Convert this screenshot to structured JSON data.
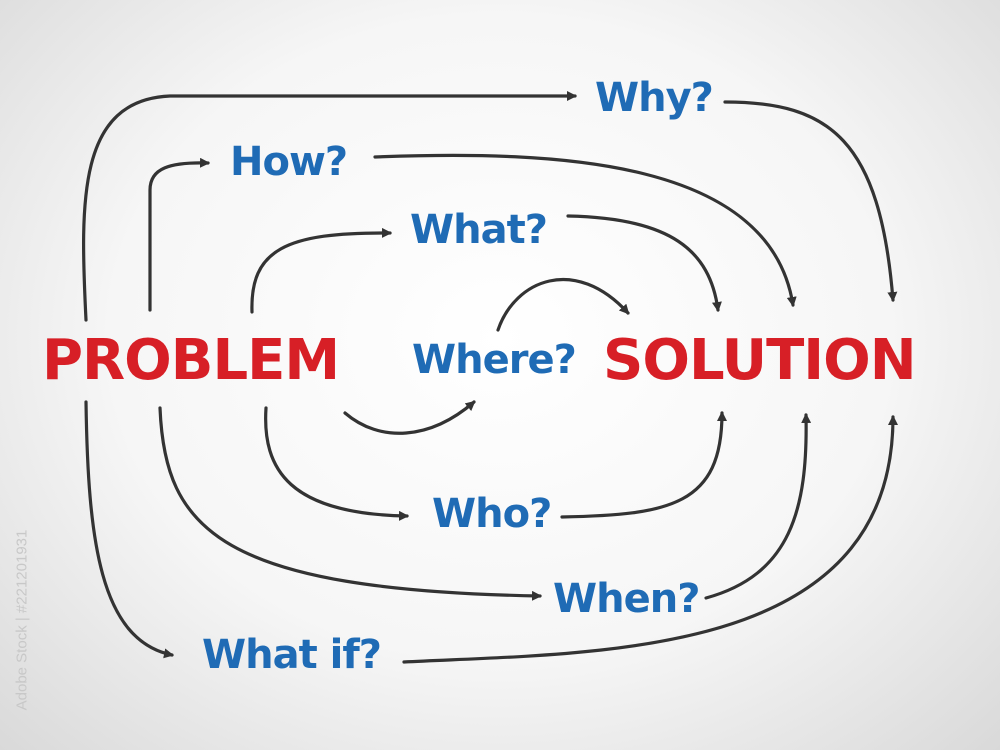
{
  "diagram": {
    "problem": "PROBLEM",
    "solution": "SOLUTION",
    "questions": {
      "why": "Why?",
      "how": "How?",
      "what": "What?",
      "where": "Where?",
      "who": "Who?",
      "when": "When?",
      "what_if": "What if?"
    }
  },
  "watermark": {
    "side_text": "Adobe Stock | #221201931"
  },
  "colors": {
    "problem_solution": "#d71f26",
    "questions": "#1f6bb5",
    "arrows": "#333333",
    "background": "#f6f6f6"
  }
}
